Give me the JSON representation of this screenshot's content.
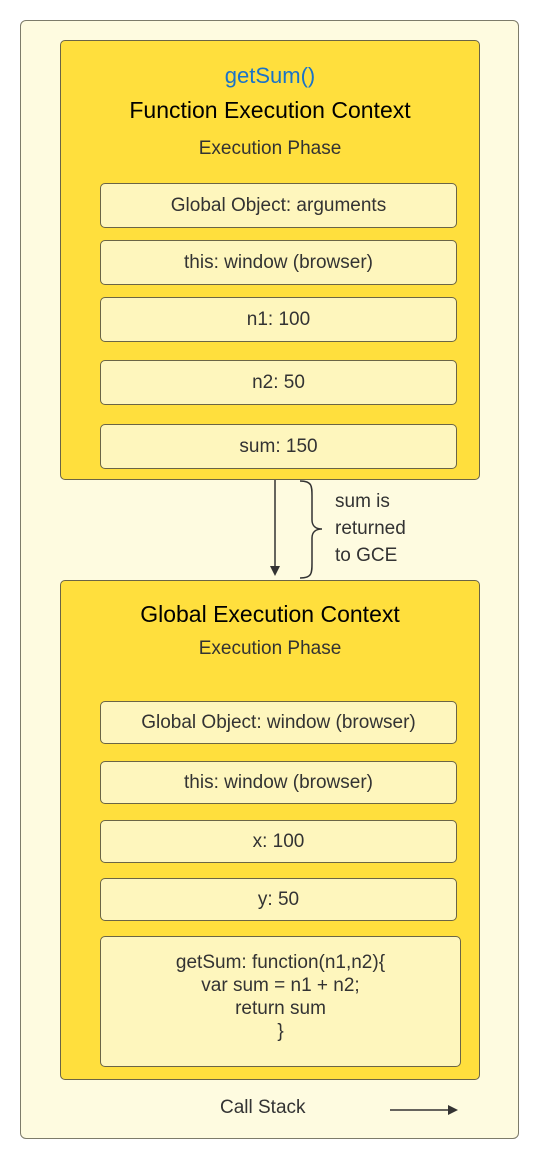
{
  "function_context": {
    "function_name": "getSum()",
    "title": "Function Execution Context",
    "phase": "Execution Phase",
    "entries": [
      "Global Object: arguments",
      "this: window (browser)",
      "n1: 100",
      "n2: 50",
      "sum: 150"
    ]
  },
  "transition_note": {
    "lines": [
      "sum is",
      "returned",
      "to GCE"
    ]
  },
  "global_context": {
    "title": "Global Execution Context",
    "phase": "Execution Phase",
    "entries": [
      "Global Object: window (browser)",
      "this: window (browser)",
      "x: 100",
      "y: 50"
    ],
    "code_lines": [
      "getSum: function(n1,n2){",
      "var sum = n1 + n2;",
      "return sum",
      "}"
    ]
  },
  "footer": {
    "label": "Call Stack"
  },
  "colors": {
    "background": "#fefbe0",
    "context_fill": "#ffdf3d",
    "cell_fill": "#fef6bd",
    "function_name": "#1a73c8",
    "stroke": "#6b6545"
  }
}
